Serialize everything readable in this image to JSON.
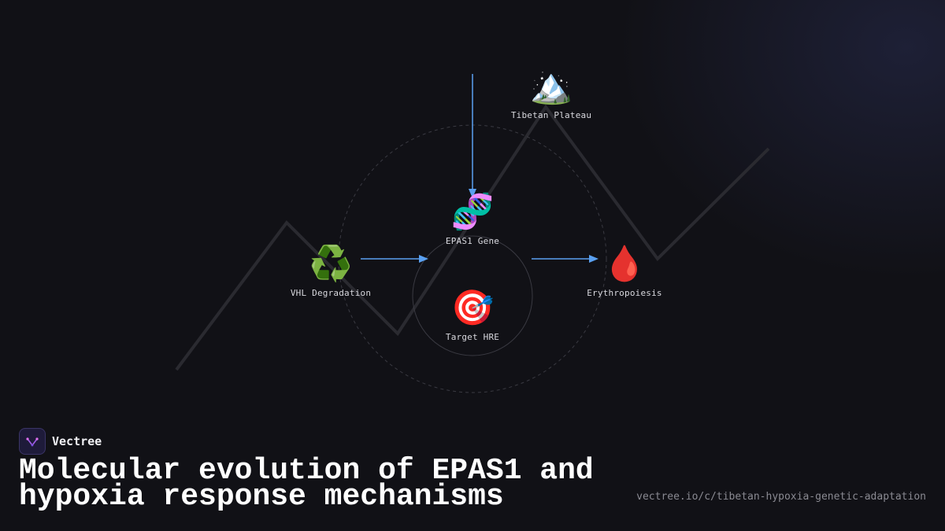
{
  "diagram": {
    "nodes": {
      "tibetan_plateau": {
        "icon": "mountain-icon",
        "glyph": "🏔️",
        "label": "Tibetan Plateau"
      },
      "epas1_gene": {
        "icon": "dna-icon",
        "glyph": "🧬",
        "label": "EPAS1 Gene"
      },
      "vhl_degradation": {
        "icon": "recycle-icon",
        "glyph": "♻️",
        "label": "VHL Degradation"
      },
      "erythropoiesis": {
        "icon": "blood-drop-icon",
        "glyph": "🩸",
        "label": "Erythropoiesis"
      },
      "target_hre": {
        "icon": "target-icon",
        "glyph": "🎯",
        "label": "Target HRE"
      }
    },
    "edges": [
      {
        "from": "tibetan_plateau",
        "to": "epas1_gene"
      },
      {
        "from": "vhl_degradation",
        "to": "target_hre"
      },
      {
        "from": "target_hre",
        "to": "erythropoiesis"
      }
    ],
    "colors": {
      "arrow": "#5aa0f0",
      "background": "#111116",
      "mountain_line": "#2a2a30",
      "circle": "#3a3a42"
    }
  },
  "footer": {
    "brand_name": "Vectree",
    "title": "Molecular evolution of EPAS1 and hypoxia response mechanisms",
    "url": "vectree.io/c/tibetan-hypoxia-genetic-adaptation"
  }
}
